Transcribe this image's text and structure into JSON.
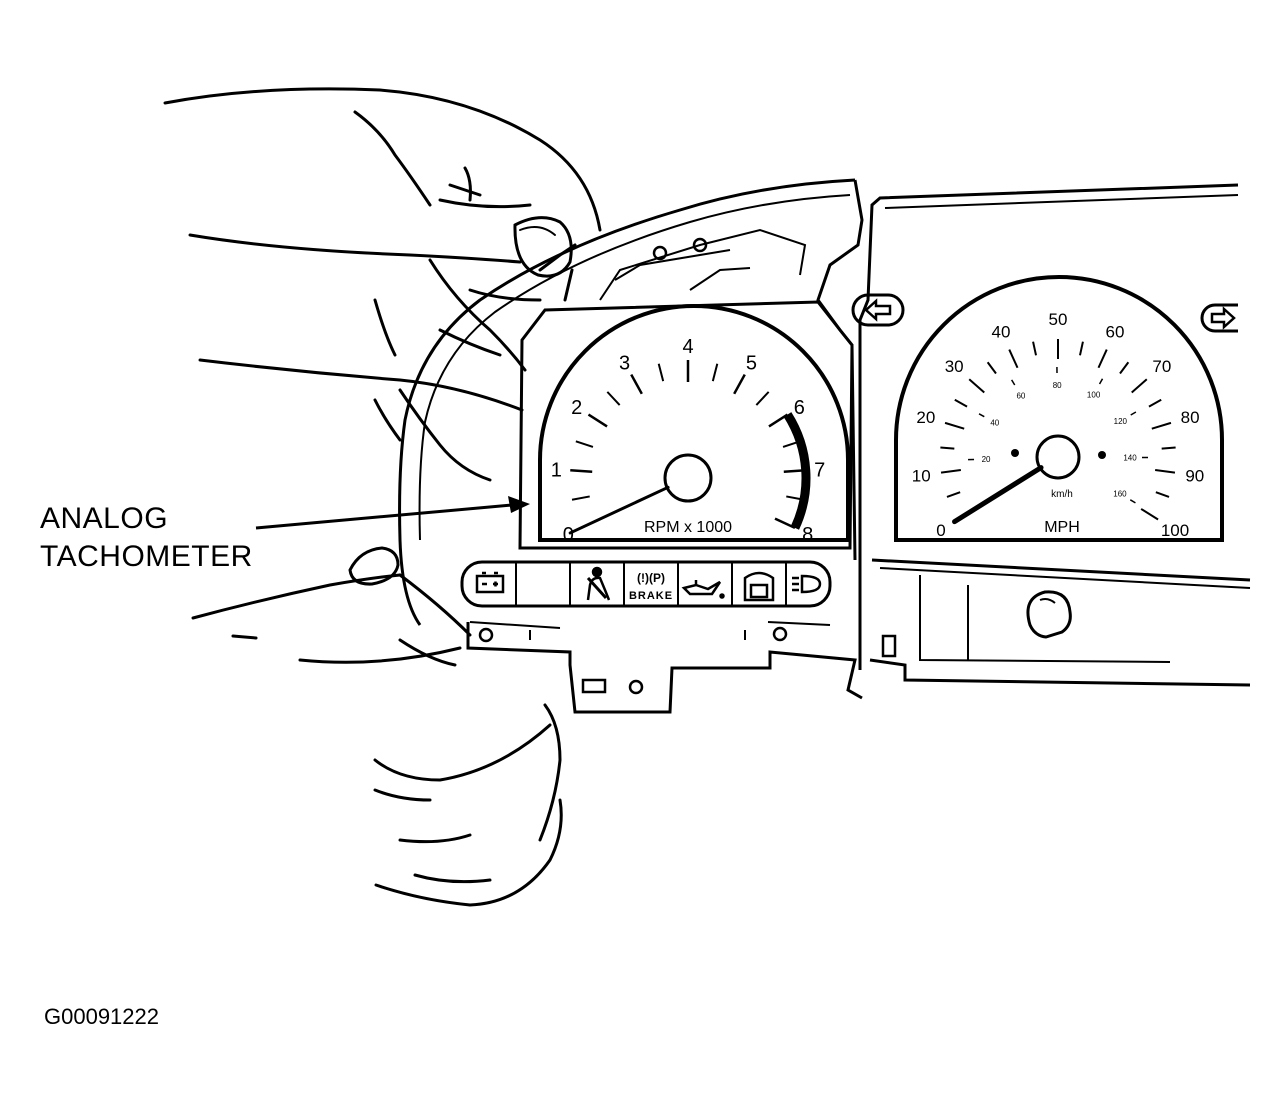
{
  "callout": {
    "line1": "ANALOG",
    "line2": "TACHOMETER"
  },
  "figure_id": "G00091222",
  "tachometer": {
    "tick_labels": [
      "0",
      "1",
      "2",
      "3",
      "4",
      "5",
      "6",
      "7",
      "8"
    ],
    "unit_label": "RPM x 1000",
    "needle_value": 0,
    "redline_start": 6,
    "max": 8
  },
  "speedometer": {
    "mph_labels": [
      "0",
      "10",
      "20",
      "30",
      "40",
      "50",
      "60",
      "70",
      "80",
      "90",
      "100"
    ],
    "kmh_labels": [
      "20",
      "40",
      "60",
      "80",
      "100",
      "120",
      "140",
      "160"
    ],
    "kmh_unit": "km/h",
    "unit_label": "MPH",
    "needle_value": 0,
    "max": 100
  },
  "warning_lights": {
    "brake_label": "BRAKE",
    "brake_symbols": "(!)(P)",
    "items": [
      "battery-icon",
      "blank",
      "seatbelt-icon",
      "brake-icon",
      "oil-icon",
      "door-ajar-icon",
      "headlamp-icon"
    ]
  },
  "colors": {
    "line": "#000000",
    "background": "#ffffff"
  }
}
